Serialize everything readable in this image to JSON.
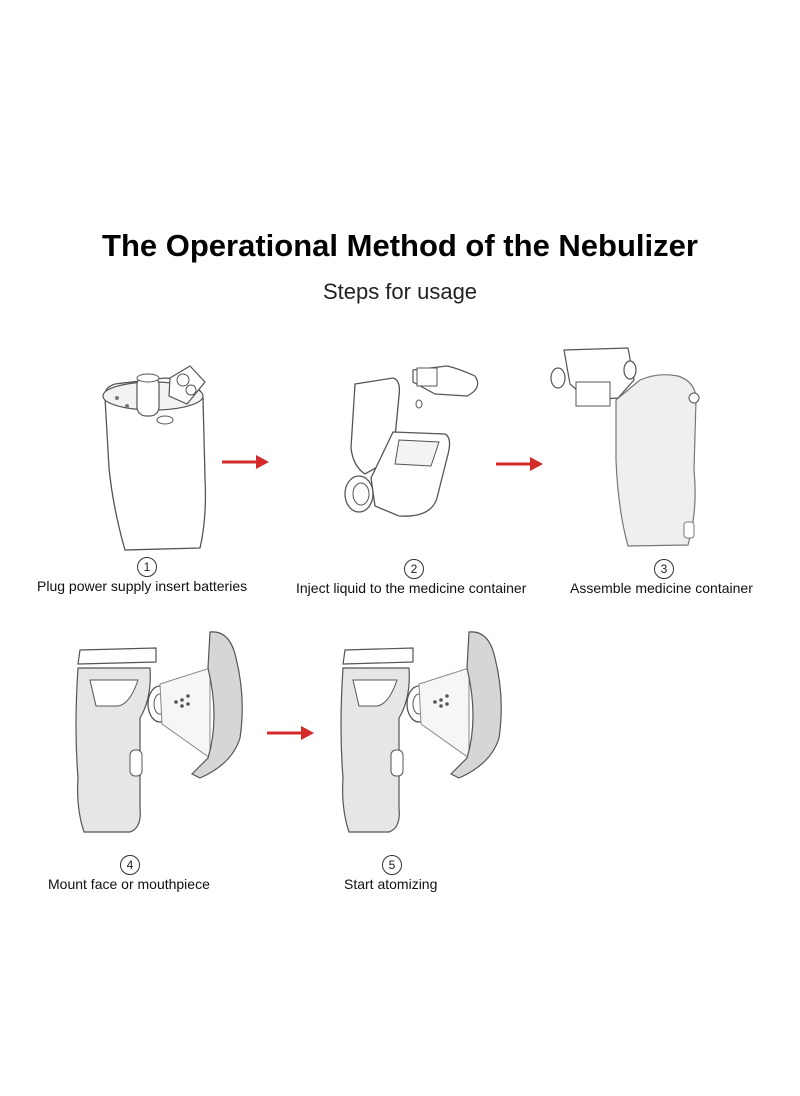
{
  "header": {
    "title": "The Operational Method of the Nebulizer",
    "subtitle": "Steps for usage"
  },
  "steps": [
    {
      "number": "1",
      "label": "Plug power supply insert batteries"
    },
    {
      "number": "2",
      "label": "Inject liquid to the medicine container"
    },
    {
      "number": "3",
      "label": "Assemble medicine container"
    },
    {
      "number": "4",
      "label": "Mount face or mouthpiece"
    },
    {
      "number": "5",
      "label": "Start atomizing"
    }
  ],
  "colors": {
    "arrow": "#d42a2a",
    "line": "#555555",
    "shade": "#d9d9d9"
  }
}
